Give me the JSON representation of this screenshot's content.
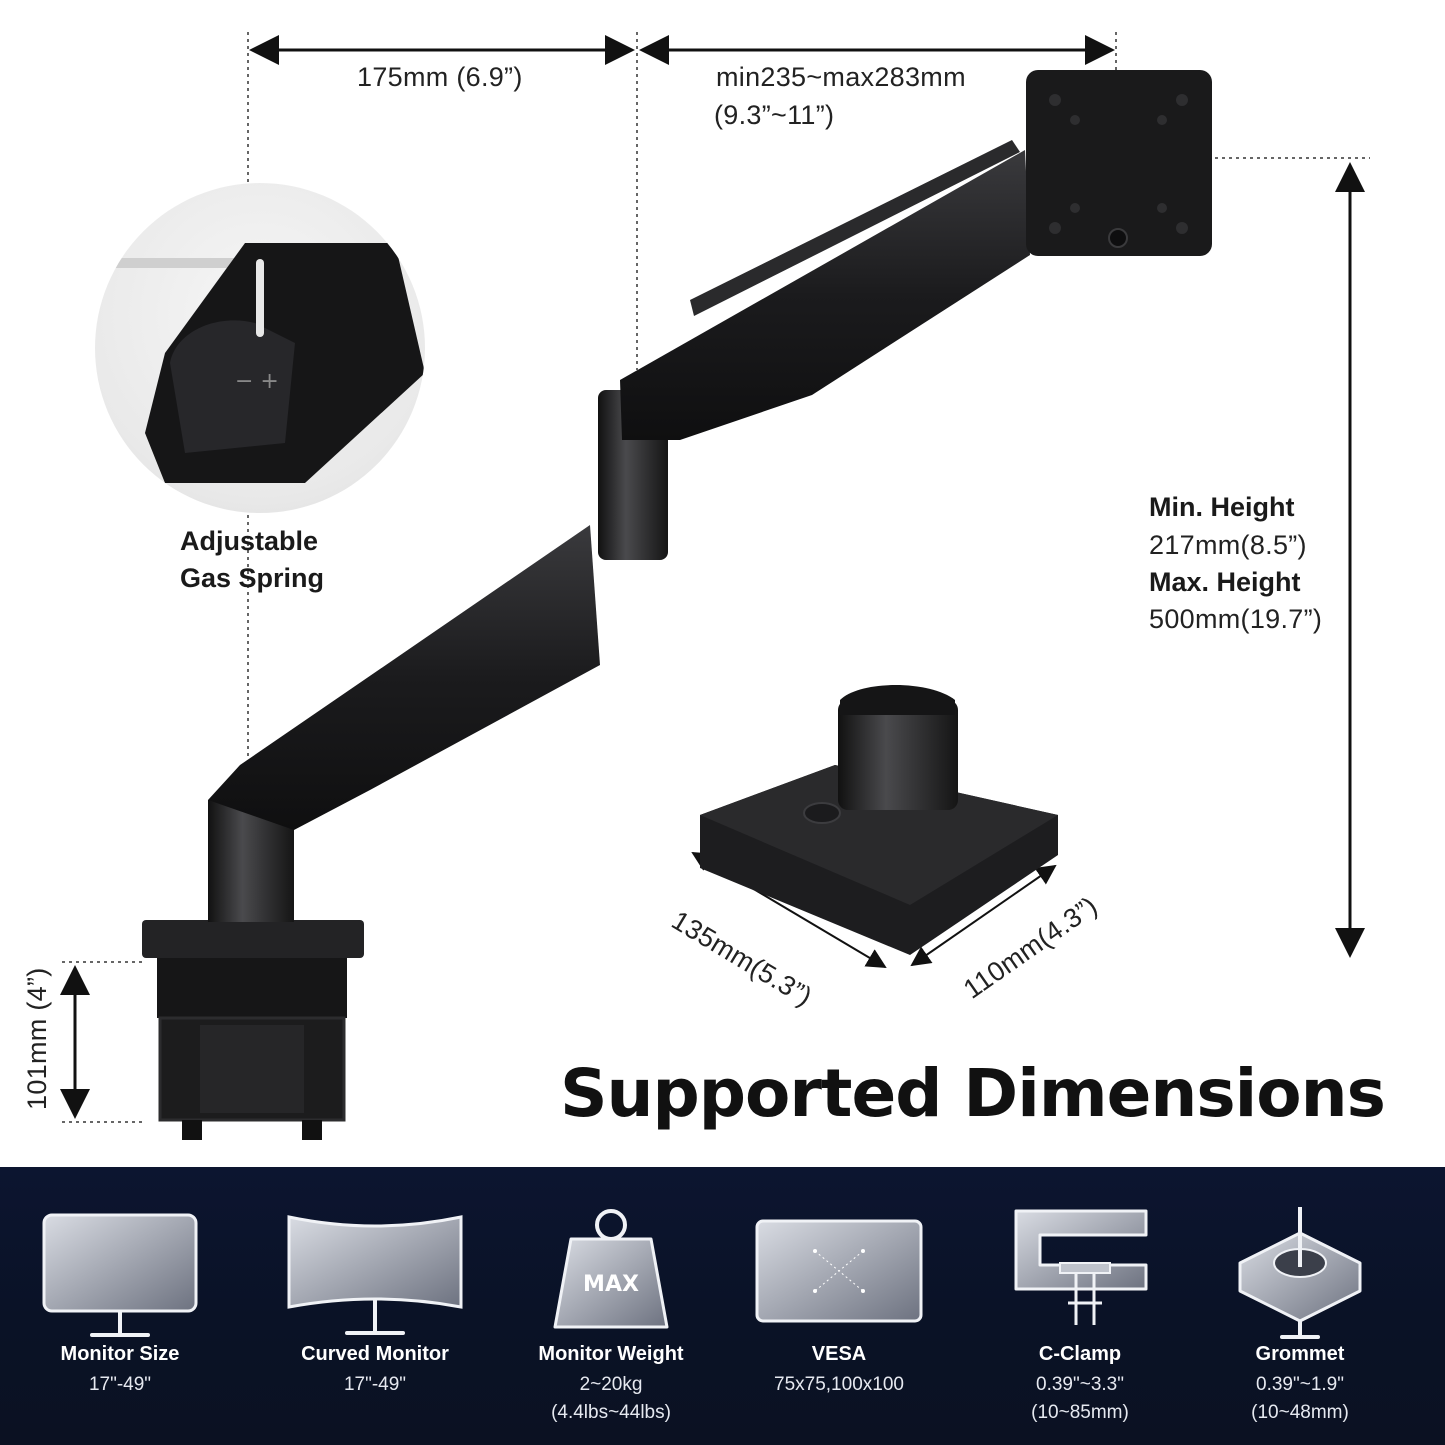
{
  "dimensions": {
    "arm1_length": "175mm (6.9”)",
    "arm2_length_mm": "min235~max283mm",
    "arm2_length_in": "(9.3”~11”)",
    "min_height_label": "Min. Height",
    "min_height_value": "217mm(8.5”)",
    "max_height_label": "Max. Height",
    "max_height_value": "500mm(19.7”)",
    "base_depth": "135mm(5.3”)",
    "base_width": "110mm(4.3”)",
    "clamp_height": "101mm (4”)"
  },
  "callout": {
    "line1": "Adjustable",
    "line2": "Gas Spring"
  },
  "title": "Supported Dimensions",
  "features": [
    {
      "icon": "monitor-icon",
      "label": "Monitor Size",
      "value": "17\"-49\"",
      "value2": ""
    },
    {
      "icon": "curved-monitor-icon",
      "label": "Curved Monitor",
      "value": "17\"-49\"",
      "value2": ""
    },
    {
      "icon": "weight-icon",
      "icon_text": "MAX",
      "label": "Monitor Weight",
      "value": "2~20kg",
      "value2": "(4.4lbs~44lbs)"
    },
    {
      "icon": "vesa-icon",
      "label": "VESA",
      "value": "75x75,100x100",
      "value2": ""
    },
    {
      "icon": "c-clamp-icon",
      "label": "C-Clamp",
      "value": "0.39\"~3.3\"",
      "value2": "(10~85mm)"
    },
    {
      "icon": "grommet-icon",
      "label": "Grommet",
      "value": "0.39\"~1.9\"",
      "value2": "(10~48mm)"
    }
  ],
  "colors": {
    "band": "#0c1530",
    "arm": "#1b1b1d",
    "text": "#111111"
  }
}
